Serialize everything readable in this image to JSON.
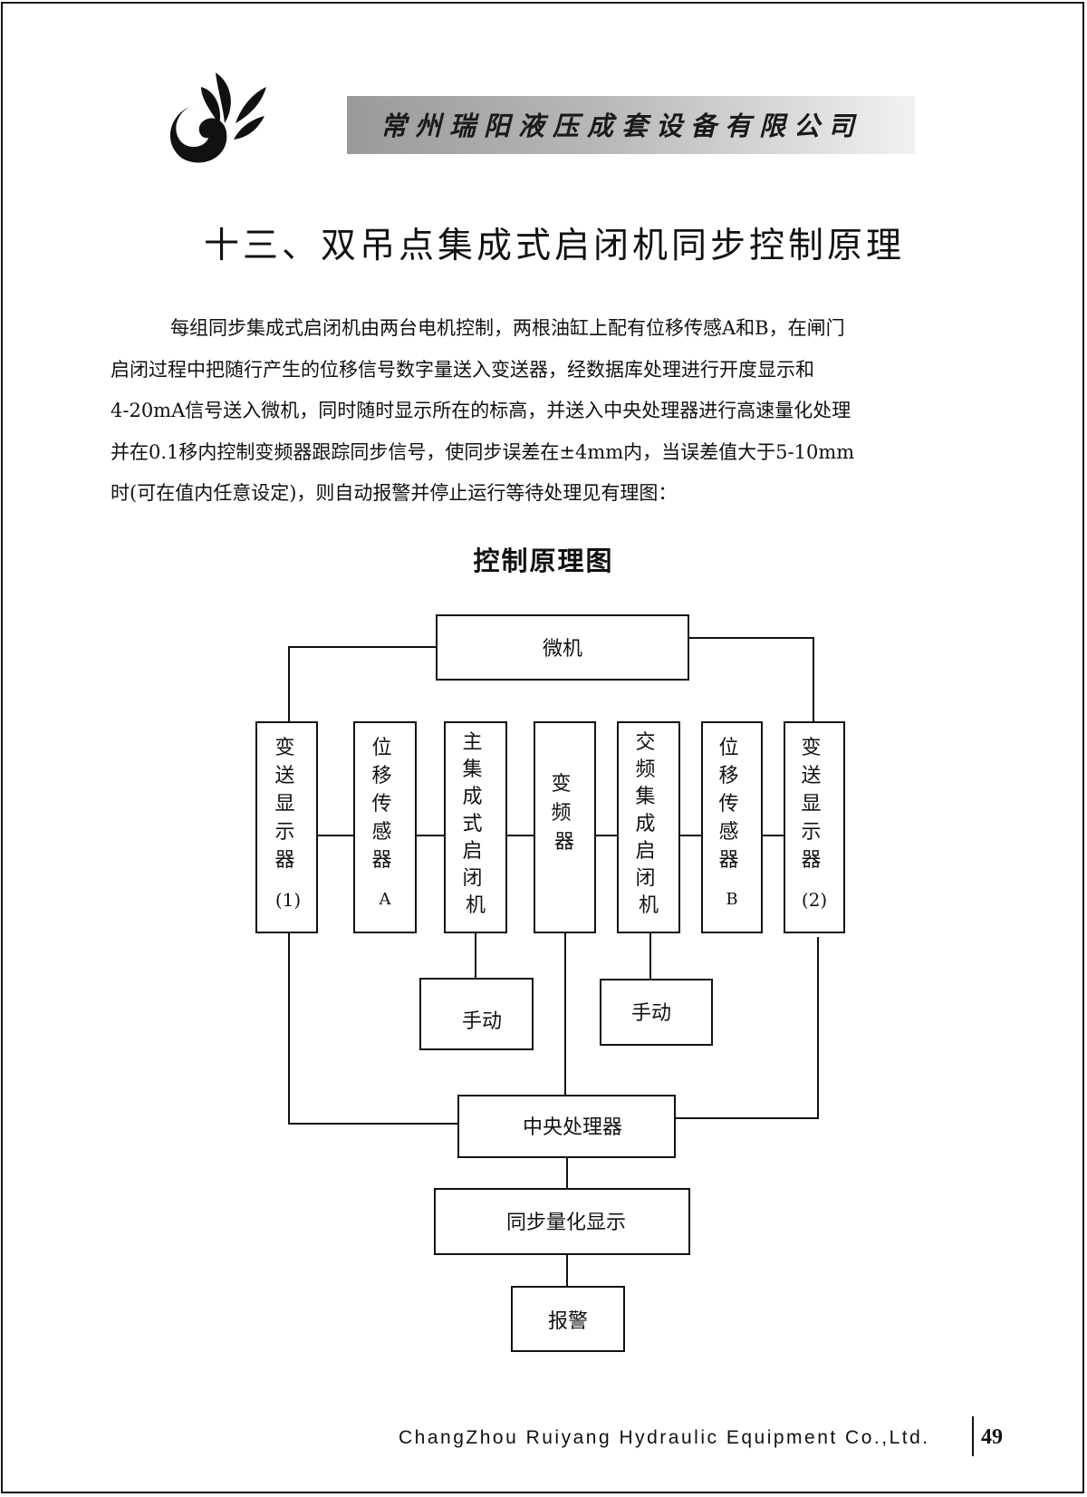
{
  "header": {
    "company_name": "常州瑞阳液压成套设备有限公司",
    "logo_icon": "swirl-leaf-logo-icon"
  },
  "title": "十三、双吊点集成式启闭机同步控制原理",
  "body_lines": [
    "每组同步集成式启闭机由两台电机控制，两根油缸上配有位移传感A和B，在闸门",
    "启闭过程中把随行产生的位移信号数字量送入变送器，经数据库处理进行开度显示和",
    "4-20mA信号送入微机，同时随时显示所在的标高，并送入中央处理器进行高速量化处理",
    "并在0.1移内控制变频器跟踪同步信号，使同步误差在±4mm内，当误差值大于5-10mm",
    "时(可在值内任意设定)，则自动报警并停止运行等待处理见有理图："
  ],
  "diagram": {
    "title": "控制原理图",
    "microcomputer": "微机",
    "transmitter_display_1": {
      "chars": [
        "变",
        "送",
        "显",
        "示",
        "器"
      ],
      "sub": "(1)"
    },
    "displacement_sensor_a": {
      "chars": [
        "位",
        "移",
        "传",
        "感",
        "器"
      ],
      "sub": "A"
    },
    "main_integrated_hoist": {
      "chars": [
        "主",
        "集",
        "成",
        "式",
        "启",
        "闭",
        "机"
      ]
    },
    "frequency_converter": {
      "chars": [
        "变",
        "频",
        "器"
      ]
    },
    "vf_integrated_hoist": {
      "chars": [
        "交",
        "频",
        "集",
        "成",
        "启",
        "闭",
        "机"
      ]
    },
    "displacement_sensor_b": {
      "chars": [
        "位",
        "移",
        "传",
        "感",
        "器"
      ],
      "sub": "B"
    },
    "transmitter_display_2": {
      "chars": [
        "变",
        "送",
        "显",
        "示",
        "器"
      ],
      "sub": "(2)"
    },
    "manual_1": "手动",
    "manual_2": "手动",
    "central_processor": "中央处理器",
    "sync_display": "同步量化显示",
    "alarm": "报警"
  },
  "footer": {
    "company_en": "ChangZhou Ruiyang Hydraulic Equipment Co.,Ltd.",
    "page_number": "49"
  }
}
